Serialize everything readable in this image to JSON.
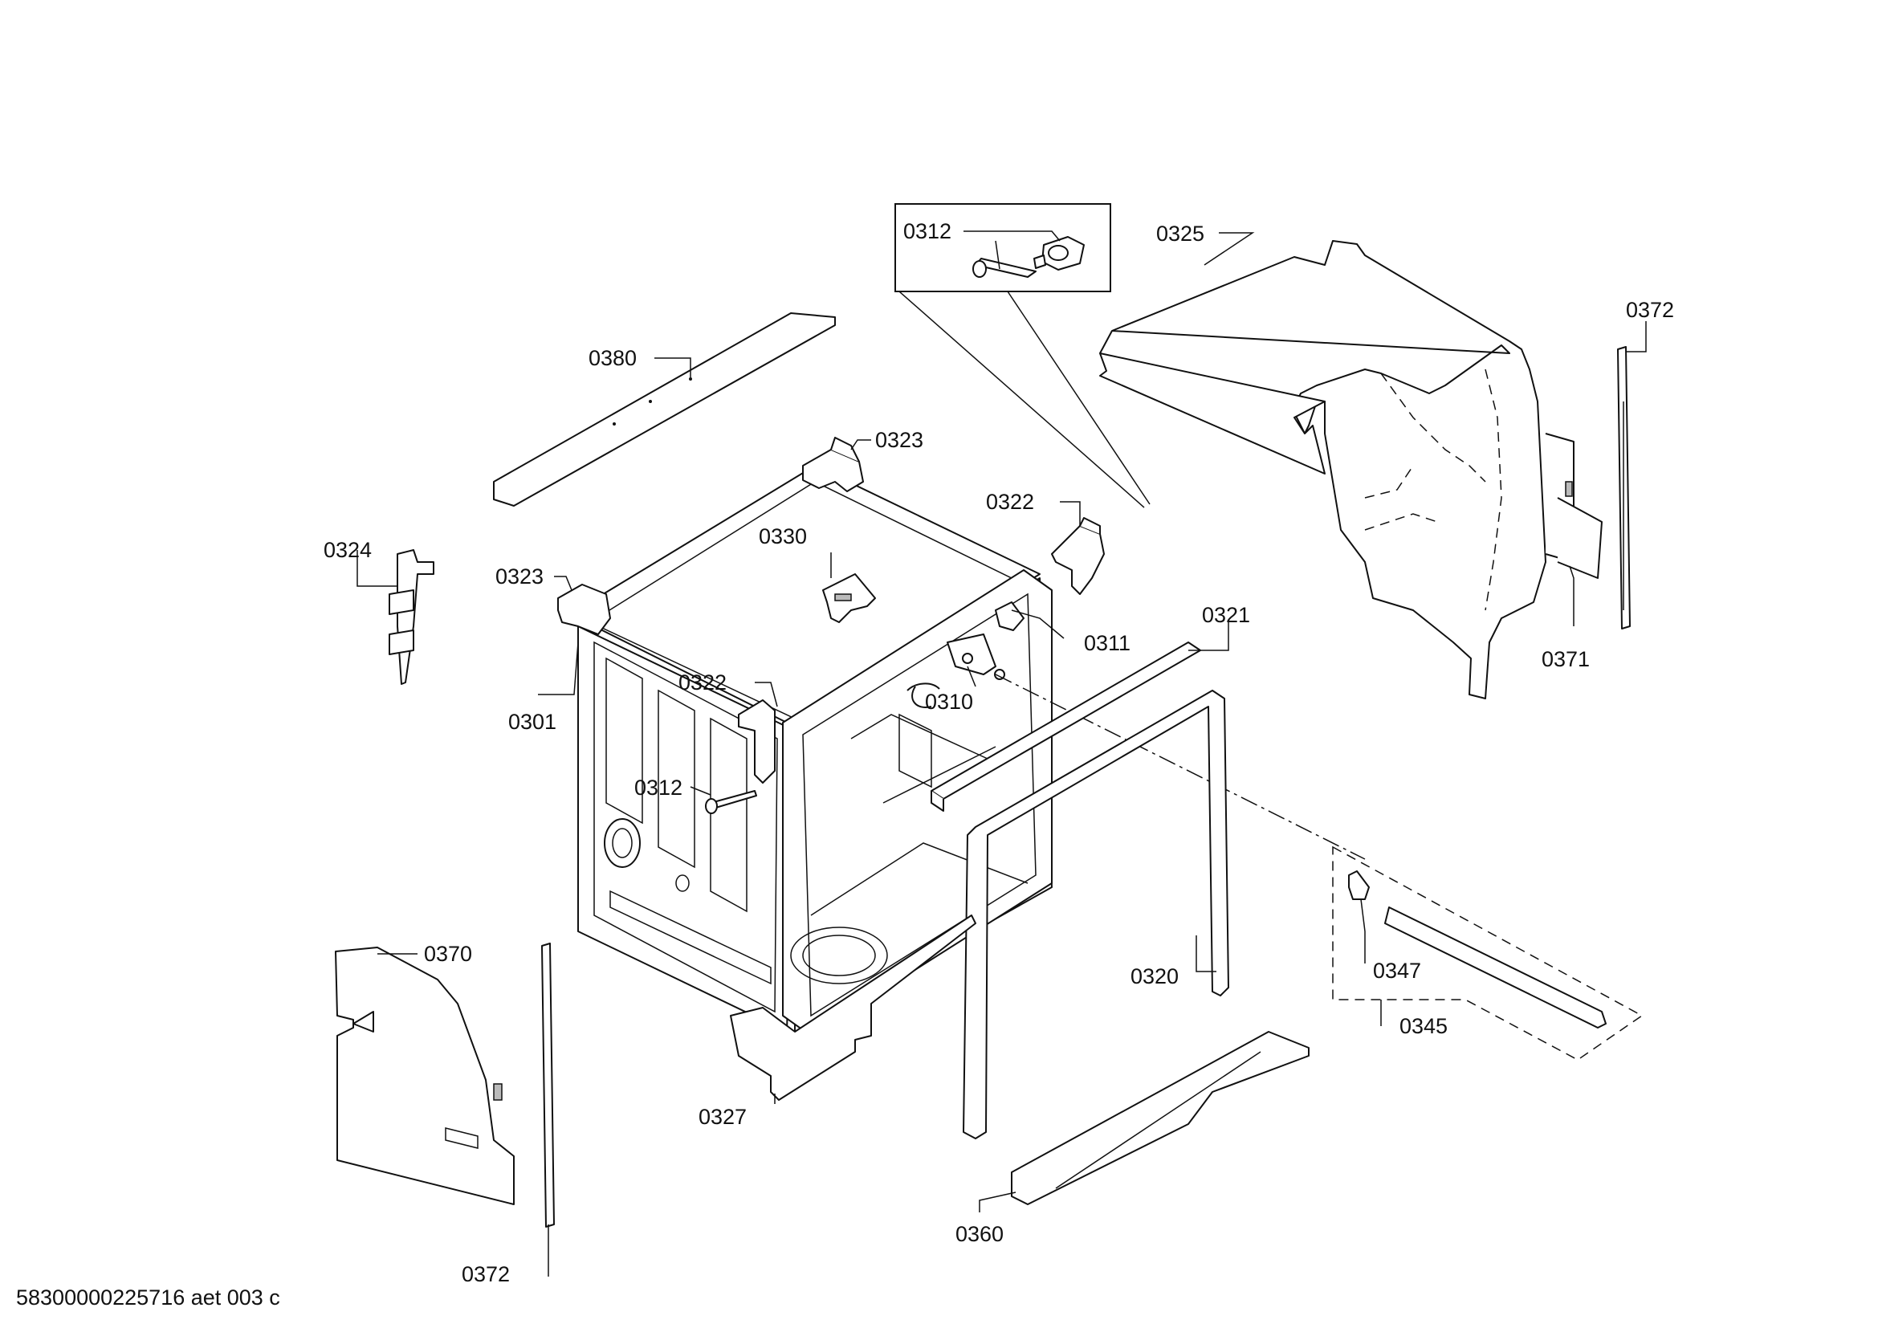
{
  "labels": {
    "l0312_inset": "0312",
    "l0325": "0325",
    "l0372_right": "0372",
    "l0380": "0380",
    "l0323_top": "0323",
    "l0322_top": "0322",
    "l0330": "0330",
    "l0324": "0324",
    "l0323_left": "0323",
    "l0311": "0311",
    "l0321": "0321",
    "l0371": "0371",
    "l0322_mid": "0322",
    "l0310": "0310",
    "l0301": "0301",
    "l0312_mid": "0312",
    "l0370": "0370",
    "l0320": "0320",
    "l0347": "0347",
    "l0345": "0345",
    "l0327": "0327",
    "l0360": "0360",
    "l0372_bottom": "0372"
  },
  "footer": {
    "drawing_id": "58300000225716 aet 003 c"
  }
}
